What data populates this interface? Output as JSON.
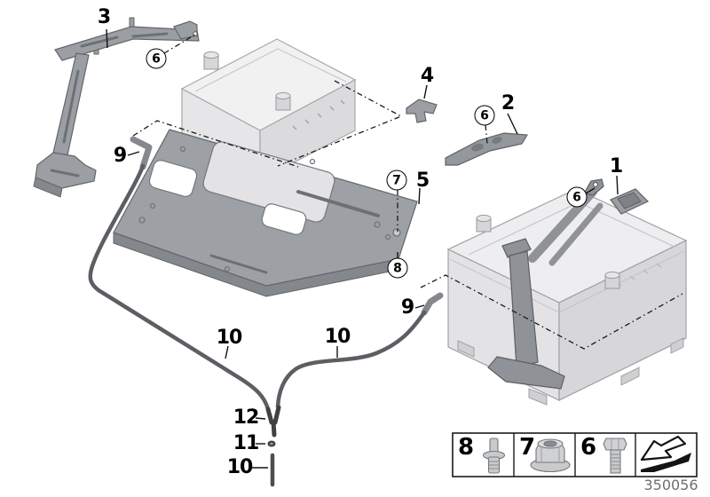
{
  "figure": {
    "type": "exploded-parts-diagram",
    "subject": "Battery mounting parts",
    "diagram_number": "350056",
    "background": "#ffffff"
  },
  "callouts": {
    "item1": {
      "label": "1",
      "part": "battery-bracket-with-strap"
    },
    "item2": {
      "label": "2",
      "part": "holder-strip"
    },
    "item3": {
      "label": "3",
      "part": "battery-bracket-left"
    },
    "item4": {
      "label": "4",
      "part": "clip"
    },
    "item5": {
      "label": "5",
      "part": "battery-tray"
    },
    "item9_left": {
      "label": "9",
      "part": "vent-hose-elbow"
    },
    "item9_right": {
      "label": "9",
      "part": "vent-hose-elbow"
    },
    "item10_left": {
      "label": "10",
      "part": "vent-hose"
    },
    "item10_right": {
      "label": "10",
      "part": "vent-hose"
    },
    "item10_bottom": {
      "label": "10",
      "part": "vent-tube"
    },
    "item11": {
      "label": "11",
      "part": "grommet"
    },
    "item12": {
      "label": "12",
      "part": "y-connector"
    },
    "bolt6_a": {
      "label": "6",
      "part": "hex-bolt"
    },
    "bolt6_b": {
      "label": "6",
      "part": "hex-bolt"
    },
    "bolt6_c": {
      "label": "6",
      "part": "hex-bolt"
    },
    "nut7": {
      "label": "7",
      "part": "flange-nut"
    },
    "stud8": {
      "label": "8",
      "part": "stud-bolt"
    }
  },
  "legend": {
    "cells": [
      {
        "label": "8",
        "icon": "stud-bolt-icon"
      },
      {
        "label": "7",
        "icon": "flange-nut-icon"
      },
      {
        "label": "6",
        "icon": "hex-bolt-icon"
      },
      {
        "label": "",
        "icon": "direction-arrow-icon"
      }
    ],
    "diagram_number": "350056"
  },
  "colors": {
    "battery_light": "#ededef",
    "tray_gray": "#9da0a5",
    "bracket_gray": "#94979c",
    "hose_dark": "#5b5f63",
    "line_black": "#1a1a1a"
  }
}
